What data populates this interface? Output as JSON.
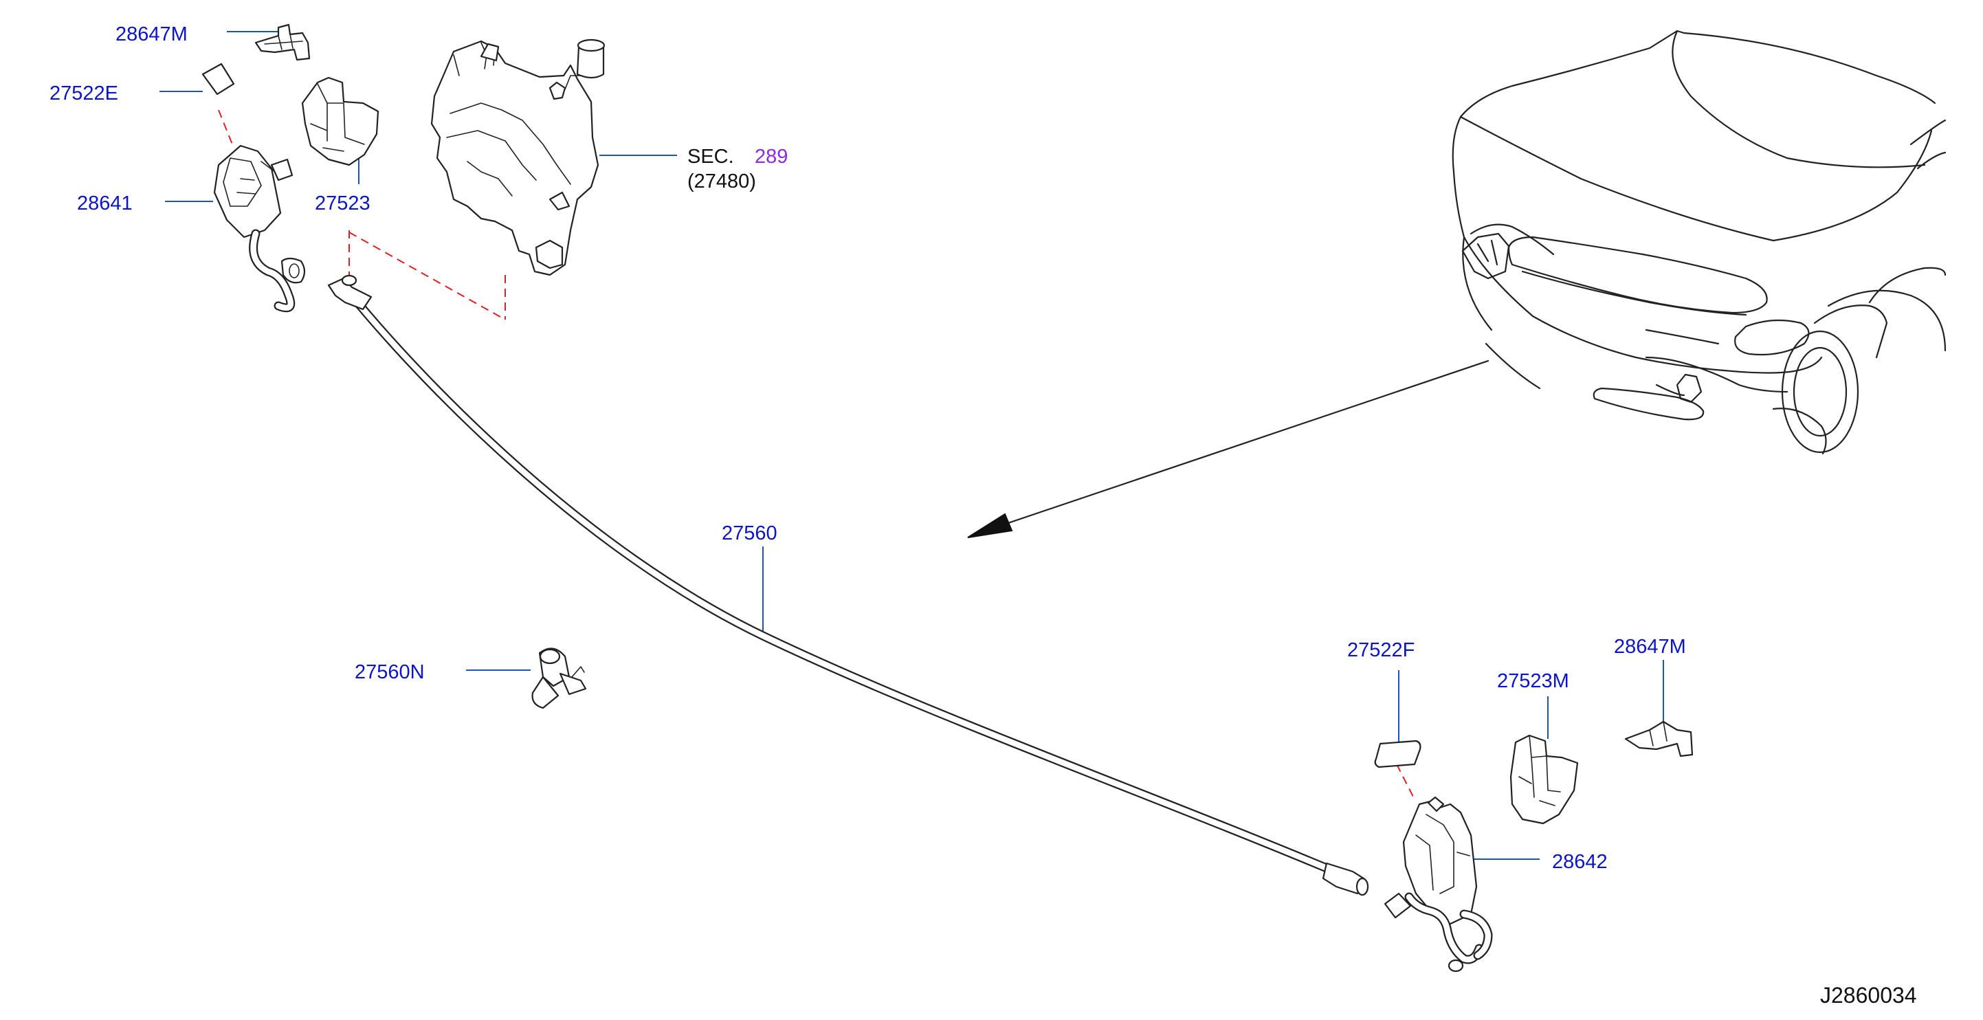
{
  "diagram_id": "J2860034",
  "parts": {
    "p28647M_top": "28647M",
    "p27522E": "27522E",
    "p28641": "28641",
    "p27523": "27523",
    "p27560": "27560",
    "p27560N": "27560N",
    "p27522F": "27522F",
    "p27523M": "27523M",
    "p28647M_right": "28647M",
    "p28642": "28642"
  },
  "reference": {
    "prefix": "SEC.",
    "section": "289",
    "sub_part": "(27480)"
  },
  "colors": {
    "part_number": "#0a14c8",
    "section_link": "#8b2be2",
    "leader_line": "#1b55b5",
    "phantom_line": "#e02020",
    "drawing": "#222222"
  }
}
